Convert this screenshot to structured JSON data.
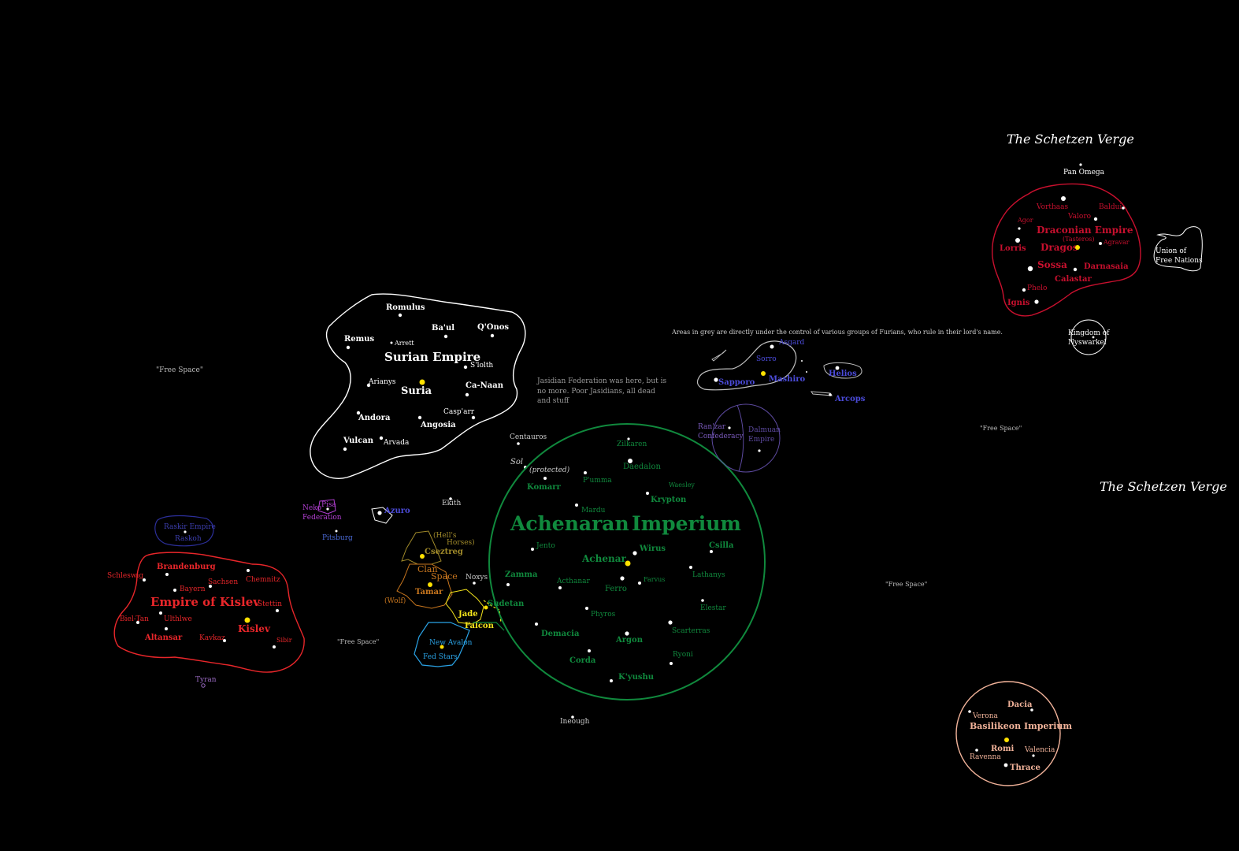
{
  "regions": {
    "schetzen_top": "The Schetzen Verge",
    "schetzen_right": "The Schetzen Verge",
    "free_space_1": "\"Free Space\"",
    "free_space_2": "\"Free Space\"",
    "free_space_3": "\"Free Space\"",
    "free_space_4": "\"Free Space\"",
    "grey_note": "Areas in grey are directly under the control of various groups of Furians, who rule in their lord's name.",
    "jasidian_note": [
      "Jasidian Federation was here, but is",
      "no more.  Poor Jasidians, all dead",
      "and stuff"
    ]
  },
  "colors": {
    "surian": "#ffffff",
    "kislev": "#e8262a",
    "achenar": "#10893d",
    "draconian": "#c8102e",
    "basilikeon": "#f2b39a",
    "hanlan": "#4b4bd9",
    "dalmatian": "#6a4fa8",
    "clan": "#c8761e",
    "hells": "#a08a2a",
    "jade": "#f5e51c",
    "fed": "#2aa3e6",
    "neko": "#b13fd1",
    "raskir": "#2c2f9a",
    "star": "#ffe100"
  },
  "surian": {
    "name": "Surian Empire",
    "capital": "Suria",
    "systems": [
      "Romulus",
      "Ba'ul",
      "Q'Onos",
      "Remus",
      "Arrett",
      "S'lolth",
      "Arianys",
      "Ca-Naan",
      "Casp'arr",
      "Andora",
      "Angosia",
      "Vulcan",
      "Arvada"
    ]
  },
  "kislev": {
    "name": "Empire of Kislev",
    "capital": "Kislev",
    "systems": [
      "Brandenburg",
      "Schleswig",
      "Bayern",
      "Sachsen",
      "Chemnitz",
      "Stettin",
      "Biel-Tan",
      "Ulthlwe",
      "Altansar",
      "Kavkaz",
      "Sibir"
    ]
  },
  "raskir": {
    "name": "Raskir Empire",
    "capital": "Raskoh"
  },
  "achenar": {
    "name_1": "Achenaran",
    "name_2": "Imperium",
    "capital": "Achenar",
    "systems": [
      "Zilkaren",
      "Daedalon",
      "P'umma",
      "Waesley",
      "Komarr",
      "Krypton",
      "Mardu",
      "Jento",
      "Wirus",
      "Csilla",
      "Zamma",
      "Acthanar",
      "Ferro",
      "Farvus",
      "Lathanys",
      "Elestar",
      "Phyros",
      "Scarterras",
      "Demacia",
      "Argon",
      "Corda",
      "Ryoni",
      "K'yushu"
    ]
  },
  "draconian": {
    "name": "Draconian Empire",
    "capital": "Dragos",
    "capital_sub": "(Tasteros)",
    "systems": [
      "Vorthaas",
      "Baldui",
      "Agor",
      "Valoro",
      "Agravar",
      "Lorris",
      "Sossa",
      "Darnasaia",
      "Calastar",
      "Phelo",
      "Ignis"
    ]
  },
  "schetzen_systems": {
    "pan_omega": "Pan Omega",
    "union": [
      "Union of",
      "Free Nations"
    ],
    "nyswarkel": [
      "Kingdom of",
      "Nyswarkel"
    ]
  },
  "hanlan": {
    "systems": [
      "Asgard",
      "Sorro",
      "Sapporo",
      "Mashiro",
      "Helios",
      "Arcops"
    ]
  },
  "ranzar": [
    "Ran'zar",
    "Confederacy"
  ],
  "dalmatian": [
    "Dalmuan",
    "Empire"
  ],
  "basilikeon": {
    "name": "Basilikeon Imperium",
    "capital": "Romi",
    "systems": [
      "Dacia",
      "Verona",
      "Valencia",
      "Ravenna",
      "Thrace"
    ]
  },
  "misc": {
    "centauros": "Centauros",
    "sol": "Sol",
    "protected": "(protected)",
    "ekith": "Ekith",
    "azuro": "Azuro",
    "neko": [
      "Neko",
      "Federation"
    ],
    "pisa": "Pisa",
    "pitsburg": "Pitsburg",
    "hells": [
      "(Hell's",
      "Horses)"
    ],
    "cseztreg": "Cseztreg",
    "clan": [
      "Clan",
      "Space"
    ],
    "tamar": "Tamar",
    "wolf": "(Wolf)",
    "noxys": "Noxys",
    "sudetan": "Sudetan",
    "jade": "Jade",
    "falcon": "Falcon",
    "new_avalon": "New Avalon",
    "fed_stars": "Fed Stars",
    "tyran": "Tyran",
    "ineough": "Ineough"
  }
}
